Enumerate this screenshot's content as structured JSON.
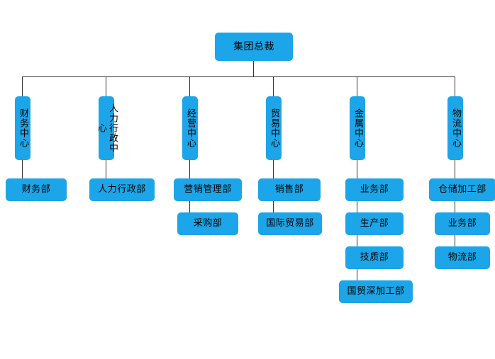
{
  "diagram": {
    "type": "org-chart",
    "title": "",
    "colors": {
      "node_fill": "#1ca5e8",
      "node_text": "#000000",
      "connector": "#333333",
      "background": "#ffffff"
    },
    "root": {
      "label": "集团总裁"
    },
    "centers": [
      {
        "label": "财务中心",
        "departments": [
          {
            "label": "财务部"
          }
        ]
      },
      {
        "label": "人力行政中心",
        "departments": [
          {
            "label": "人力行政部"
          }
        ]
      },
      {
        "label": "经营中心",
        "departments": [
          {
            "label": "营销管理部"
          },
          {
            "label": "采购部"
          }
        ]
      },
      {
        "label": "贸易中心",
        "departments": [
          {
            "label": "销售部"
          },
          {
            "label": "国际贸易部"
          }
        ]
      },
      {
        "label": "金属中心",
        "departments": [
          {
            "label": "业务部"
          },
          {
            "label": "生产部"
          },
          {
            "label": "技质部"
          },
          {
            "label": "国贸深加工部"
          }
        ]
      },
      {
        "label": "物流中心",
        "departments": [
          {
            "label": "仓储加工部"
          },
          {
            "label": "业务部"
          },
          {
            "label": "物流部"
          }
        ]
      }
    ]
  }
}
